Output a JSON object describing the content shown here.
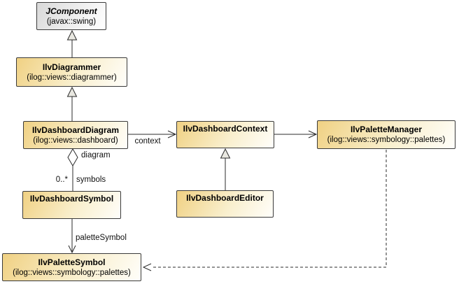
{
  "nodes": {
    "jcomponent": {
      "title": "JComponent",
      "package": "(javax::swing)"
    },
    "diagrammer": {
      "title": "IlvDiagrammer",
      "package": "(ilog::views::diagrammer)"
    },
    "dashboard_diagram": {
      "title": "IlvDashboardDiagram",
      "package": "(ilog::views::dashboard)"
    },
    "dashboard_context": {
      "title": "IlvDashboardContext"
    },
    "palette_manager": {
      "title": "IlvPaletteManager",
      "package": "(ilog::views::symbology::palettes)"
    },
    "dashboard_symbol": {
      "title": "IlvDashboardSymbol"
    },
    "dashboard_editor": {
      "title": "IlvDashboardEditor"
    },
    "palette_symbol": {
      "title": "IlvPaletteSymbol",
      "package": "(ilog::views::symbology::palettes)"
    }
  },
  "edge_labels": {
    "context": "context",
    "diagram": "diagram",
    "multiplicity": "0..*",
    "symbols": "symbols",
    "palette_symbol": "paletteSymbol"
  },
  "colors": {
    "background": "#ffffff",
    "node_fill_start": "#f0d183",
    "node_fill_end": "#ffffff",
    "external_node_fill_start": "#d9d9d9",
    "border": "#3a3a3a",
    "edge_line": "#2b2b2b"
  }
}
